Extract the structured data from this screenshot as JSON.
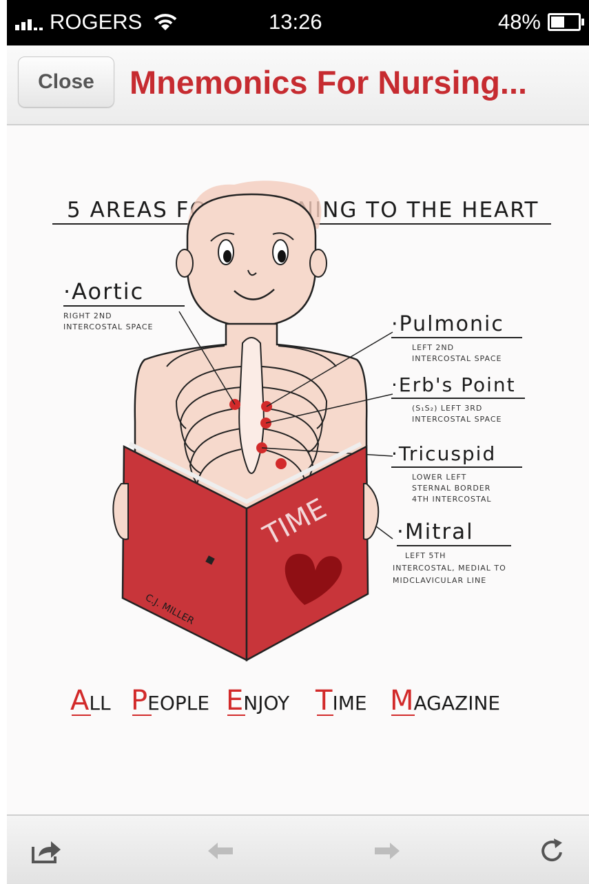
{
  "status_bar": {
    "carrier": "ROGERS",
    "time": "13:26",
    "battery": "48%",
    "battery_level": 0.48
  },
  "nav": {
    "close_label": "Close",
    "title": "Mnemonics For Nursing..."
  },
  "illustration": {
    "heading": "5 AREAS FOR LISTENING TO THE HEART",
    "areas": [
      {
        "name": "·Aortic",
        "desc1": "RIGHT 2ND",
        "desc2": "INTERCOSTAL SPACE",
        "desc3": ""
      },
      {
        "name": "·Pulmonic",
        "desc1": "LEFT 2ND",
        "desc2": "INTERCOSTAL SPACE",
        "desc3": ""
      },
      {
        "name": "·Erb's Point",
        "desc1": "(S₁S₂) LEFT 3RD",
        "desc2": "INTERCOSTAL SPACE",
        "desc3": ""
      },
      {
        "name": "·Tricuspid",
        "desc1": "LOWER LEFT",
        "desc2": "STERNAL BORDER",
        "desc3": "4TH INTERCOSTAL"
      },
      {
        "name": "·Mitral",
        "desc1": "LEFT 5TH",
        "desc2": "INTERCOSTAL, MEDIAL TO",
        "desc3": "MIDCLAVICULAR LINE"
      }
    ],
    "book_title": "TIME",
    "book_author": "C.J. MILLER",
    "mnemonic_words": [
      {
        "initial": "A",
        "rest": "LL"
      },
      {
        "initial": "P",
        "rest": "EOPLE"
      },
      {
        "initial": "E",
        "rest": "NJOY"
      },
      {
        "initial": "T",
        "rest": "IME"
      },
      {
        "initial": "M",
        "rest": "AGAZINE"
      }
    ],
    "colors": {
      "accent_red": "#d22a2a",
      "book_red": "#c8353a",
      "skin": "#f6d9cc"
    }
  },
  "toolbar": {
    "share_icon": "share-icon",
    "back_icon": "back-arrow-icon",
    "forward_icon": "forward-arrow-icon",
    "reload_icon": "reload-icon"
  }
}
